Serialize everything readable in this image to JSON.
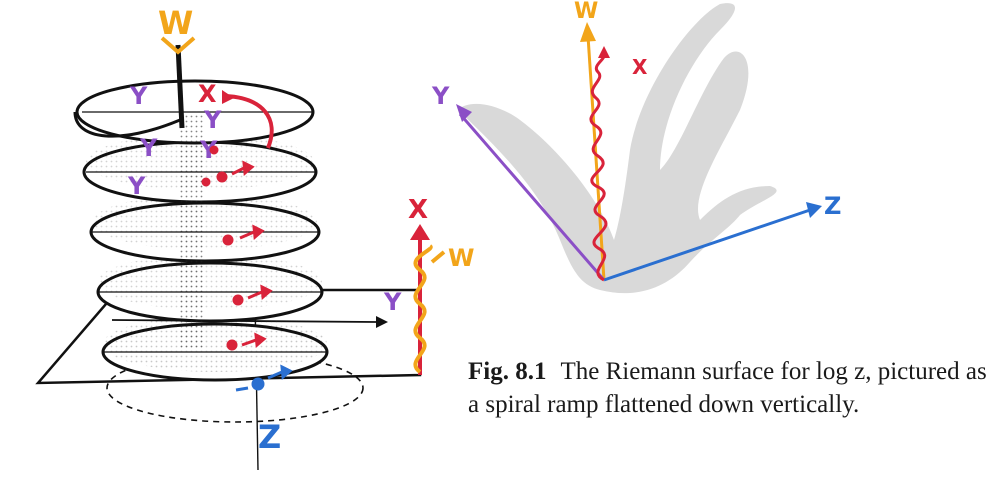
{
  "figure": {
    "left_panel": {
      "axis_labels": {
        "w": "W",
        "x": "X",
        "y": "Y",
        "z": "Z",
        "w_small": "W"
      },
      "sheet_labels": [
        "Y",
        "Y",
        "Y",
        "Y",
        "Y"
      ],
      "label_colors": {
        "w": "#f2a51a",
        "x": "#d9233a",
        "y": "#8b4fc6",
        "z": "#2a6fd0",
        "ink": "#111111"
      }
    },
    "right_panel": {
      "axis_labels": {
        "w": "W",
        "x": "X",
        "y": "Y",
        "z": "Z"
      },
      "colors": {
        "shadow": "#d9d9d9",
        "w_axis": "#f2a51a",
        "y_axis": "#8b4fc6",
        "z_axis": "#2a6fd0",
        "curve": "#d9233a"
      }
    }
  },
  "caption": {
    "label": "Fig. 8.1",
    "text": "The Riemann surface for log z, pictured as a spiral ramp flattened down vertically."
  }
}
